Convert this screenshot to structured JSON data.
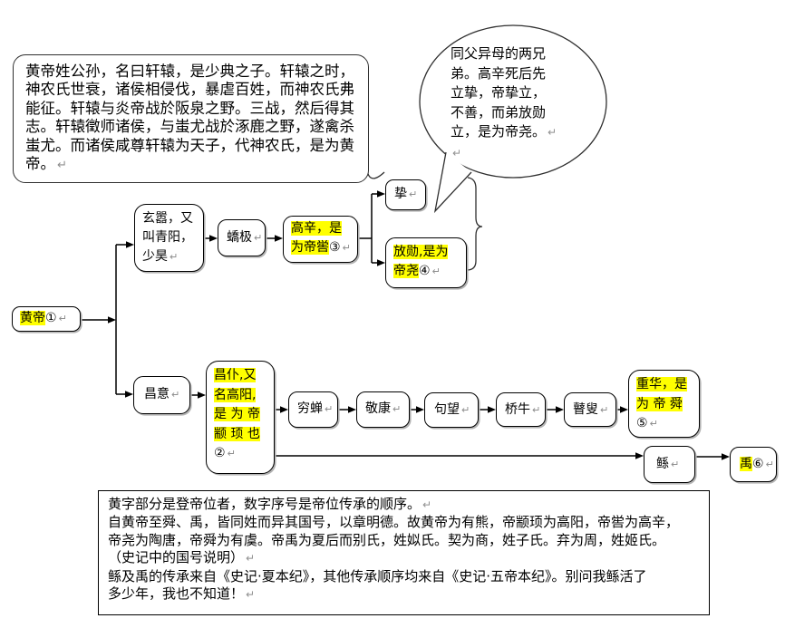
{
  "meta": {
    "pilcrow": "↵",
    "highlight_color": "#ffff00",
    "line_color": "#000000"
  },
  "callout": {
    "lines": [
      "黄帝姓公孙，名曰轩辕，是少典之子。轩辕之时，",
      "神农氏世衰，诸侯相侵伐，暴虐百姓，而神农氏弗",
      "能征。轩辕与炎帝战於阪泉之野。三战，然后得其",
      "志。轩辕徵师诸侯，与蚩尤战於涿鹿之野，遂禽杀",
      "蚩尤。而诸侯咸尊轩辕为天子，代神农氏，是为黄",
      "帝。"
    ]
  },
  "bubble": {
    "lines": [
      "同父异母的两兄",
      "弟。高辛死后先",
      "立挚，帝挚立，",
      "不善，而弟放勋",
      "立，是为帝尧。"
    ]
  },
  "nodes": {
    "huangdi": {
      "hl": "黄帝",
      "rest": "①"
    },
    "xuanxiao": {
      "text": "玄嚣，又\n叫青阳，\n少昊"
    },
    "jiaoji": {
      "text": "蟜极"
    },
    "gaoxin": {
      "hl": "高辛，是\n为帝喾",
      "rest": "③"
    },
    "zhi": {
      "text": "挚"
    },
    "fangxun": {
      "hl": "放勋,是为\n帝尧",
      "rest": "④"
    },
    "changyi": {
      "text": "昌意"
    },
    "changpu": {
      "hl": "昌仆,又\n名高阳,\n是 为 帝\n颛 顼 也\n",
      "rest": "②"
    },
    "qiongchan": {
      "text": "穷蝉"
    },
    "jingkang": {
      "text": "敬康"
    },
    "juwang": {
      "text": "句望"
    },
    "qiaoniu": {
      "text": "桥牛"
    },
    "gusou": {
      "text": "瞽叟"
    },
    "chonghua": {
      "hl": "重华，是\n为 帝 舜\n",
      "rest": "⑤"
    },
    "gun": {
      "text": "鲧"
    },
    "yu": {
      "hl": "禹",
      "rest": "⑥"
    }
  },
  "notes": {
    "p1": "黄字部分是登帝位者，数字序号是帝位传承的顺序。",
    "p2": "自黄帝至舜、禹，皆同姓而异其国号，以章明德。故黄帝为有熊，帝颛顼为高阳，帝喾为高辛，\n帝尧为陶唐，帝舜为有虞。帝禹为夏后而别氏，姓姒氏。契为商，姓子氏。弃为周，姓姬氏。\n（史记中的国号说明）",
    "p3": "鲧及禹的传承来自《史记·夏本纪》，其他传承顺序均来自《史记·五帝本纪》。别问我鲧活了\n多少年，我也不知道！"
  }
}
